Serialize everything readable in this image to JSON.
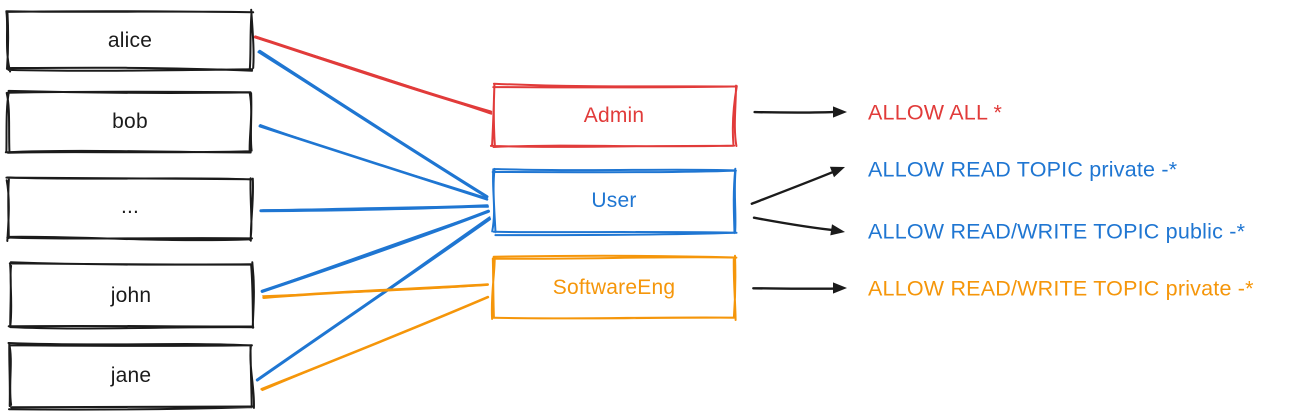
{
  "diagram": {
    "title": "users-roles-permissions mapping",
    "users": [
      {
        "label": "alice"
      },
      {
        "label": "bob"
      },
      {
        "label": "..."
      },
      {
        "label": "john"
      },
      {
        "label": "jane"
      }
    ],
    "roles": [
      {
        "label": "Admin",
        "color": "#e13b3a"
      },
      {
        "label": "User",
        "color": "#1f76d2"
      },
      {
        "label": "SoftwareEng",
        "color": "#f5960a"
      }
    ],
    "permissions": [
      {
        "label": "ALLOW ALL *",
        "color": "#e13b3a"
      },
      {
        "label": "ALLOW READ TOPIC private -*",
        "color": "#1f76d2"
      },
      {
        "label": "ALLOW READ/WRITE TOPIC public -*",
        "color": "#1f76d2"
      },
      {
        "label": "ALLOW READ/WRITE TOPIC private -*",
        "color": "#f5960a"
      }
    ],
    "memberships": [
      {
        "user": "alice",
        "role": "Admin"
      },
      {
        "user": "alice",
        "role": "User"
      },
      {
        "user": "bob",
        "role": "User"
      },
      {
        "user": "...",
        "role": "User"
      },
      {
        "user": "john",
        "role": "User"
      },
      {
        "user": "john",
        "role": "SoftwareEng"
      },
      {
        "user": "jane",
        "role": "User"
      },
      {
        "user": "jane",
        "role": "SoftwareEng"
      }
    ],
    "role_permissions": [
      {
        "role": "Admin",
        "permission": "ALLOW ALL *"
      },
      {
        "role": "User",
        "permission": "ALLOW READ TOPIC private -*"
      },
      {
        "role": "User",
        "permission": "ALLOW READ/WRITE TOPIC public -*"
      },
      {
        "role": "SoftwareEng",
        "permission": "ALLOW READ/WRITE TOPIC private -*"
      }
    ],
    "colors": {
      "red": "#e13b3a",
      "blue": "#1f76d2",
      "orange": "#f5960a",
      "stroke_black": "#1b1b1b",
      "background": "#ffffff"
    }
  }
}
